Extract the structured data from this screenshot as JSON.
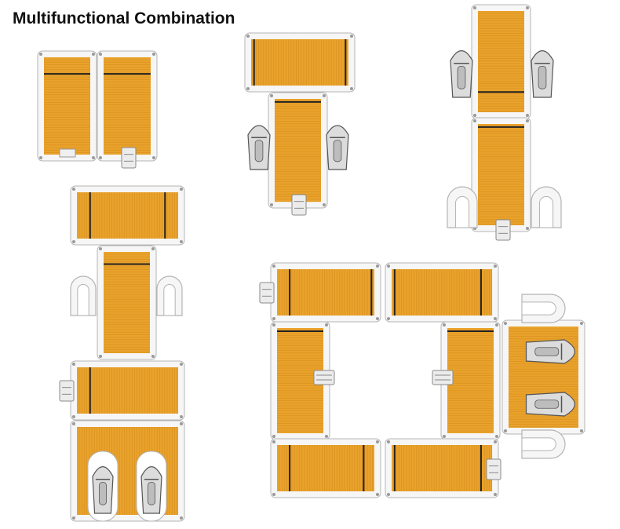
{
  "title": "Multifunctional Combination",
  "colors": {
    "deck": "#e9a22b",
    "deck_line": "#c77f14",
    "frame": "#f6f6f6",
    "frame_stroke": "#b4b4b4",
    "bolt": "#9a9a9a",
    "beam": "#222222",
    "jetski": "#dcdcdc",
    "jetski_stroke": "#555555"
  },
  "configurations": [
    {
      "name": "config-two-floats"
    },
    {
      "name": "config-t-dock"
    },
    {
      "name": "config-double-ports"
    },
    {
      "name": "config-long-dock"
    },
    {
      "name": "config-square-ring"
    }
  ]
}
